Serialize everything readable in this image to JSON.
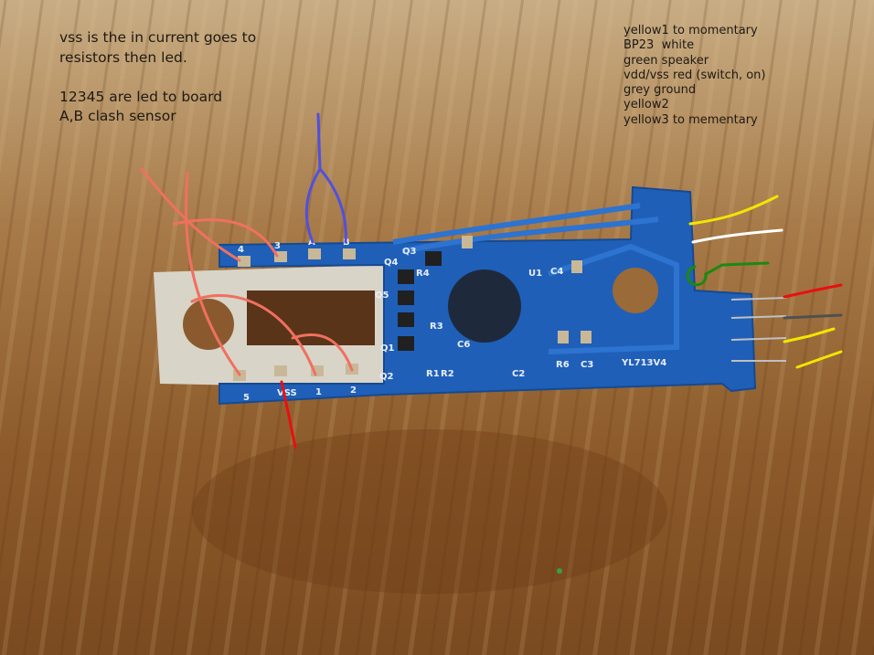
{
  "annotations": {
    "left_notes": [
      "vss is the in current goes to",
      "resistors then led.",
      "",
      "12345 are led to board",
      "A,B clash sensor"
    ],
    "right_notes": [
      "yellow1 to momentary",
      "BP23  white",
      "green speaker",
      "vdd/vss red (switch, on)",
      "grey ground",
      "yellow2",
      "yellow3 to mementary"
    ]
  },
  "board": {
    "model_label": "YL713V4",
    "top_pad_labels": [
      "4",
      "3",
      "A",
      "B"
    ],
    "bottom_pad_labels": [
      "5",
      "VSS",
      "1",
      "2"
    ],
    "component_labels": [
      "Q3",
      "Q4",
      "R4",
      "Q5",
      "R3",
      "Q1",
      "Q2",
      "R1",
      "R2",
      "C6",
      "C2",
      "U1",
      "C4",
      "R6",
      "C3"
    ]
  },
  "colors": {
    "wood": "#8a5a2e",
    "pcb": "#1f5fb8",
    "wire_yellow": "#f2e600",
    "wire_white": "#ffffff",
    "wire_green": "#1a8a10",
    "wire_red": "#e81010",
    "wire_grey": "#505050",
    "sketch_salmon": "#f07060",
    "sketch_blue": "#5050e0"
  }
}
